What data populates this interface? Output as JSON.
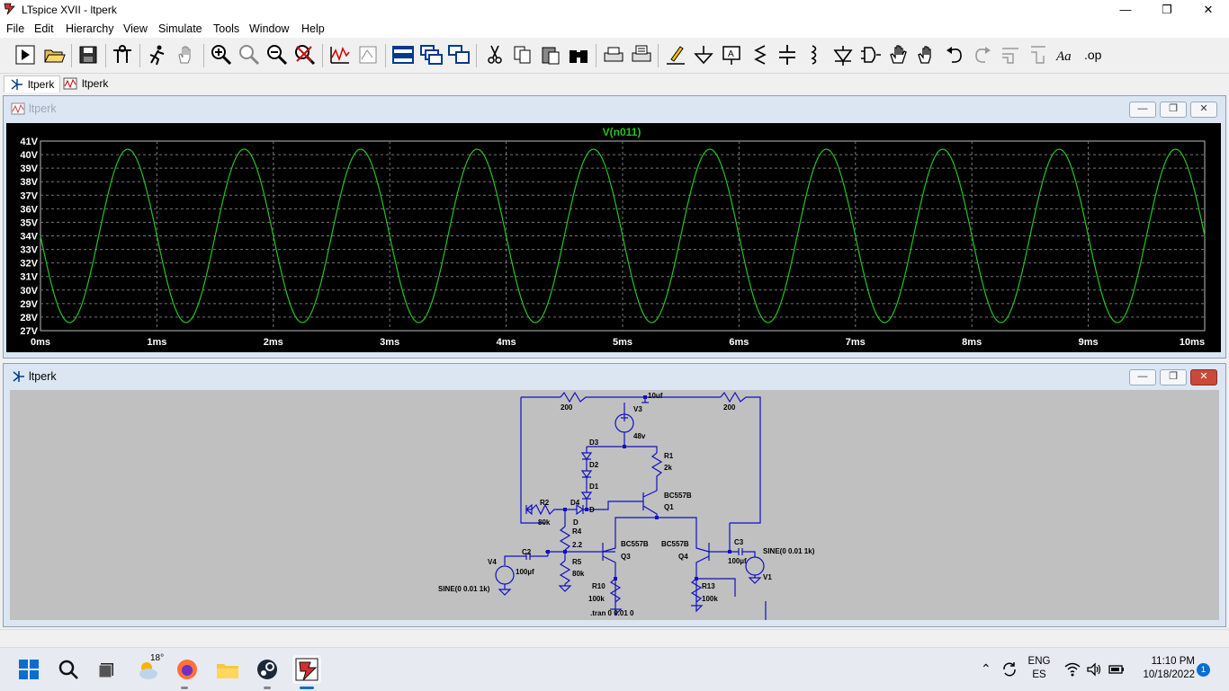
{
  "window": {
    "title": "LTspice XVII - ltperk",
    "controls": [
      "minimize-icon",
      "maximize-icon",
      "close-icon"
    ]
  },
  "menu": [
    "File",
    "Edit",
    "Hierarchy",
    "View",
    "Simulate",
    "Tools",
    "Window",
    "Help"
  ],
  "toolbar_icons": [
    "run-icon",
    "open-icon",
    "save-icon",
    "control-panel-icon",
    "halt-icon",
    "pan-icon",
    "zoom-in-icon",
    "zoom-back-icon",
    "zoom-out-icon",
    "zoom-fit-icon",
    "autorange-icon",
    "bode-icon",
    "tile-horizontal-icon",
    "cascade-icon",
    "tile-vertical-icon",
    "cut-icon",
    "copy-icon",
    "paste-icon",
    "find-icon",
    "print-icon",
    "print-setup-icon",
    "draw-wire-icon",
    "ground-icon",
    "label-net-icon",
    "resistor-icon",
    "capacitor-icon",
    "inductor-icon",
    "diode-icon",
    "component-icon",
    "move-icon",
    "drag-icon",
    "undo-icon",
    "redo-icon",
    "rotate-icon",
    "mirror-icon",
    "text-icon",
    "spice-directive-icon"
  ],
  "tabs": [
    {
      "label": "ltperk",
      "icon": "schematic-icon",
      "active": true
    },
    {
      "label": "ltperk",
      "icon": "waveform-icon",
      "active": false
    }
  ],
  "plot_window": {
    "title": "ltperk",
    "trace_label": "V(n011)",
    "trace_color": "#22c322",
    "grid_color": "#777777",
    "y_ticks": [
      "41V",
      "40V",
      "39V",
      "38V",
      "37V",
      "36V",
      "35V",
      "34V",
      "33V",
      "32V",
      "31V",
      "30V",
      "29V",
      "28V",
      "27V"
    ],
    "x_ticks": [
      "0ms",
      "1ms",
      "2ms",
      "3ms",
      "4ms",
      "5ms",
      "6ms",
      "7ms",
      "8ms",
      "9ms",
      "10ms"
    ]
  },
  "chart_data": {
    "type": "line",
    "title": "V(n011)",
    "xlabel": "",
    "ylabel": "",
    "x_unit": "ms",
    "y_unit": "V",
    "xlim": [
      0,
      10
    ],
    "ylim": [
      27,
      41
    ],
    "grid": true,
    "series": [
      {
        "name": "V(n011)",
        "color": "#22c322",
        "waveform": "sine",
        "offset": 34.0,
        "amplitude": 6.4,
        "frequency_khz": 1.0,
        "first_peak_ms": 0.75
      }
    ]
  },
  "schematic_window": {
    "title": "ltperk",
    "labels": {
      "r_top_left": "200",
      "r_top_right": "200",
      "c_top": "10uf",
      "v3": "V3",
      "v3_val": "48v",
      "d3": "D3",
      "d2": "D2",
      "d1": "D1",
      "d4": "D4",
      "d_a": "D",
      "d_b": "D",
      "r1": "R1",
      "r1_val": "2k",
      "q1_model": "BC557B",
      "q1": "Q1",
      "r2": "R2",
      "r2_val": "80k",
      "r4": "R4",
      "r4_val": "2.2",
      "r5": "R5",
      "r5_val": "80k",
      "q3_model": "BC557B",
      "q3": "Q3",
      "q4_model": "BC557B",
      "q4": "Q4",
      "c2": "C2",
      "c2_val": "100µf",
      "c3": "C3",
      "c3_val": "100µf",
      "v4": "V4",
      "v4_src": "SINE(0 0.01 1k)",
      "v1": "V1",
      "v1_src": "SINE(0 0.01 1k)",
      "r10": "R10",
      "r10_val": "100k",
      "r13": "R13",
      "r13_val": "100k",
      "directive": ".tran 0 0.01 0"
    }
  },
  "taskbar": {
    "weather_temp": "18°",
    "apps": [
      "start-icon",
      "search-icon",
      "task-view-icon",
      "weather-icon",
      "firefox-icon",
      "file-explorer-icon",
      "steam-icon",
      "ltspice-icon"
    ],
    "lang_top": "ENG",
    "lang_bottom": "ES",
    "time": "11:10 PM",
    "date": "10/18/2022",
    "notifications": "1"
  }
}
